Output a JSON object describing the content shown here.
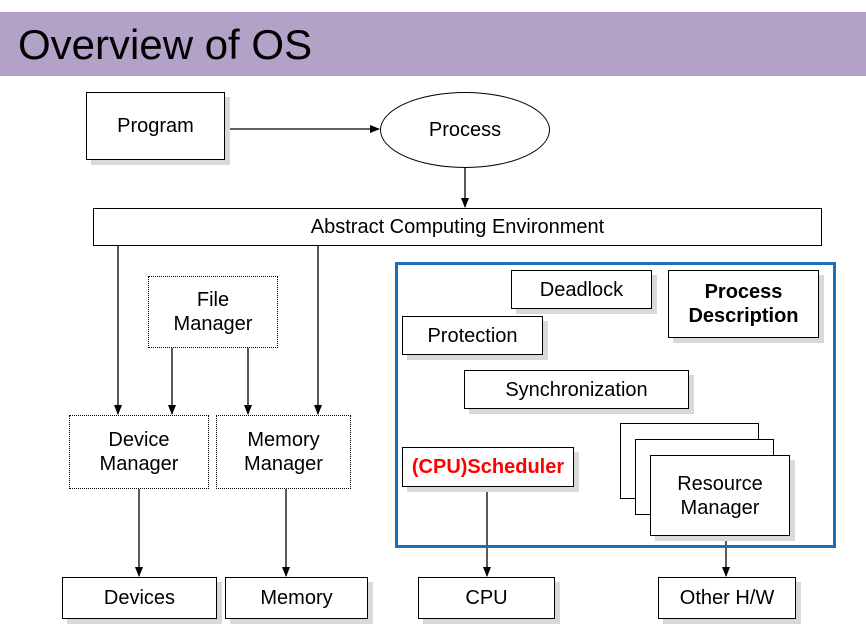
{
  "title": "Overview of OS",
  "nodes": {
    "program": "Program",
    "process": "Process",
    "ace": "Abstract Computing Environment",
    "file_manager": [
      "File",
      "Manager"
    ],
    "device_manager": [
      "Device",
      "Manager"
    ],
    "memory_manager": [
      "Memory",
      "Manager"
    ],
    "deadlock": "Deadlock",
    "process_description": [
      "Process",
      "Description"
    ],
    "protection": "Protection",
    "synchronization": "Synchronization",
    "scheduler": "(CPU)Scheduler",
    "resource_manager": [
      "Resource",
      "Manager"
    ],
    "devices": "Devices",
    "memory": "Memory",
    "cpu": "CPU",
    "other_hw": "Other H/W"
  },
  "colors": {
    "title_bar": "#b3a2c7",
    "frame": "#1f6fb6",
    "scheduler_text": "#ff0000"
  }
}
